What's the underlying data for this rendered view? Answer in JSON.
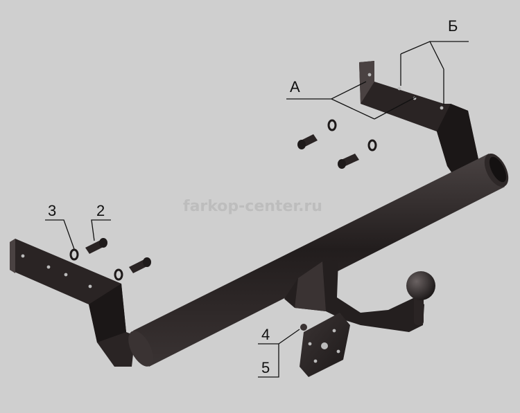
{
  "watermark": "farkop-center.ru",
  "callouts": {
    "a": "А",
    "b": "Б",
    "n2": "2",
    "n3": "3",
    "n4": "4",
    "n5": "5"
  },
  "colors": {
    "background": "#cfcfcf",
    "metal_dark": "#1e1a1a",
    "metal_mid": "#3a3434",
    "metal_light": "#5a5252"
  }
}
